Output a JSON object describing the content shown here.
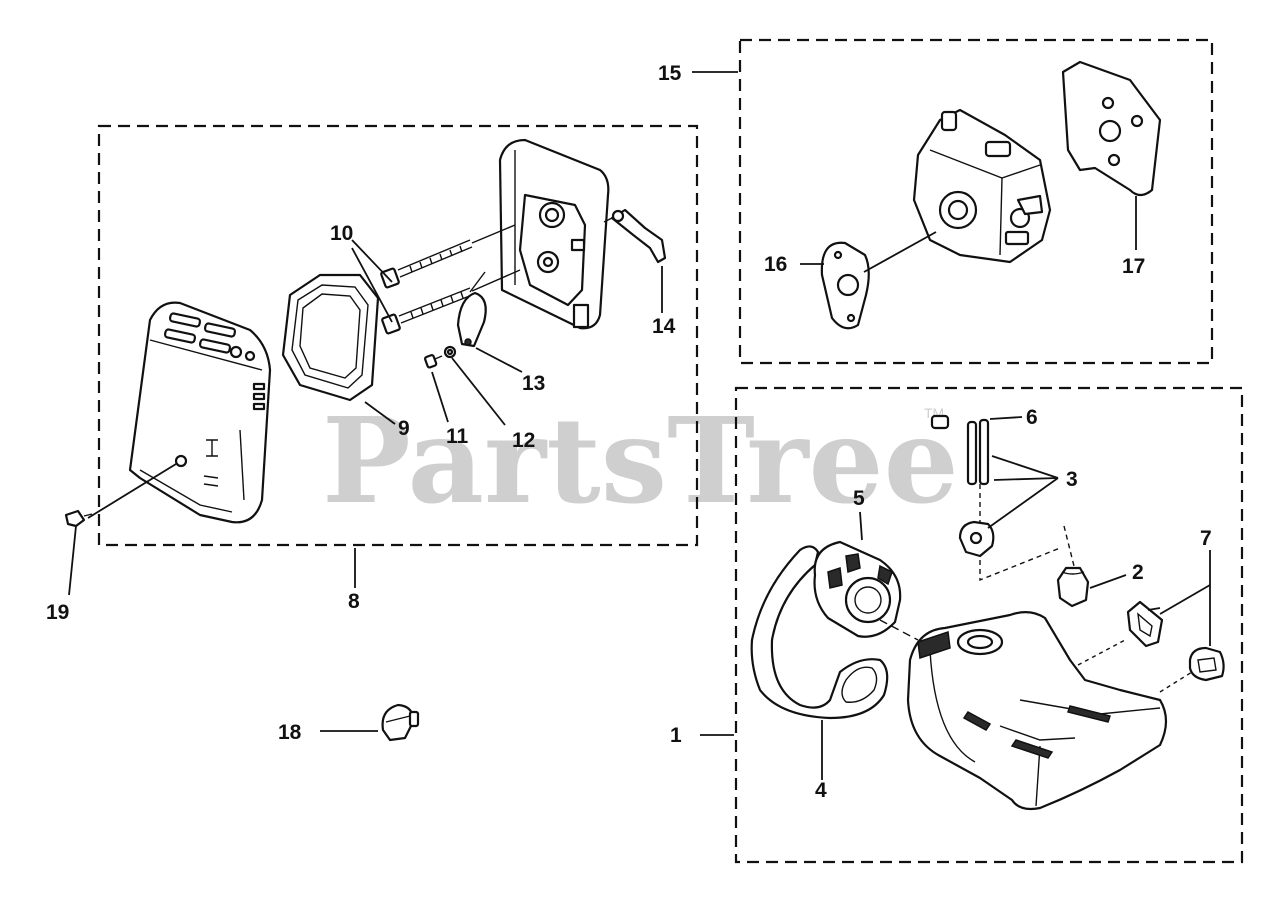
{
  "watermark": {
    "text": "PartsTree",
    "trademark": "TM"
  },
  "callouts": {
    "c1": "1",
    "c2": "2",
    "c3": "3",
    "c4": "4",
    "c5": "5",
    "c6": "6",
    "c7": "7",
    "c8": "8",
    "c9": "9",
    "c10": "10",
    "c11": "11",
    "c12": "12",
    "c13": "13",
    "c14": "14",
    "c15": "15",
    "c16": "16",
    "c17": "17",
    "c18": "18",
    "c19": "19"
  },
  "colors": {
    "ink": "#111111",
    "watermark": "#cfcfcf",
    "background": "#ffffff"
  }
}
